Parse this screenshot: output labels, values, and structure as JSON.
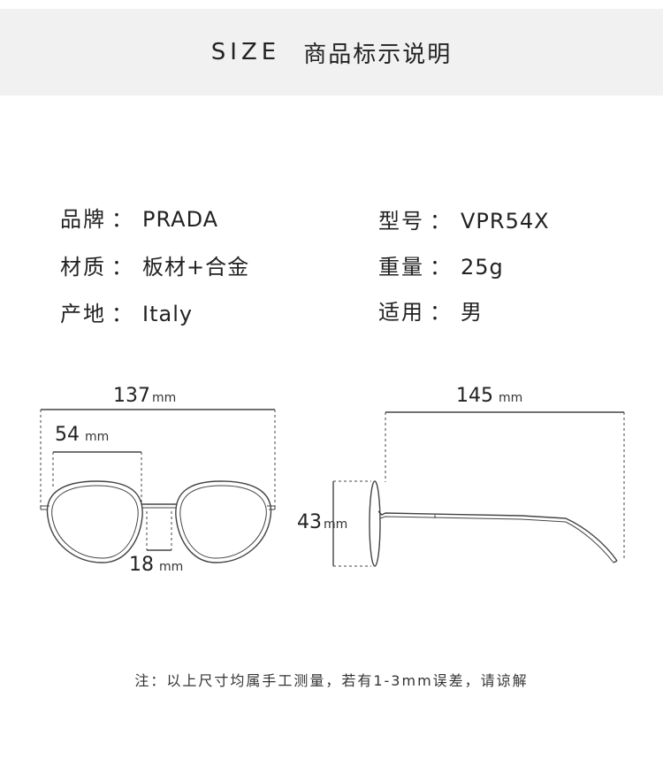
{
  "header": {
    "title_en": "SIZE",
    "title_cn": "商品标示说明"
  },
  "specs": {
    "brand": {
      "label": "品牌",
      "value": "PRADA"
    },
    "model": {
      "label": "型号",
      "value": "VPR54X"
    },
    "material": {
      "label": "材质",
      "value": "板材+合金"
    },
    "weight": {
      "label": "重量",
      "value": "25g"
    },
    "origin": {
      "label": "产地",
      "value": "Italy"
    },
    "gender": {
      "label": "适用",
      "value": "男"
    },
    "separator": "："
  },
  "dimensions": {
    "unit": "mm",
    "frame_width": "137",
    "lens_width": "54",
    "bridge_width": "18",
    "temple_length": "145",
    "lens_height": "43"
  },
  "note": "注：以上尺寸均属手工测量，若有1-3mm误差，请谅解"
}
